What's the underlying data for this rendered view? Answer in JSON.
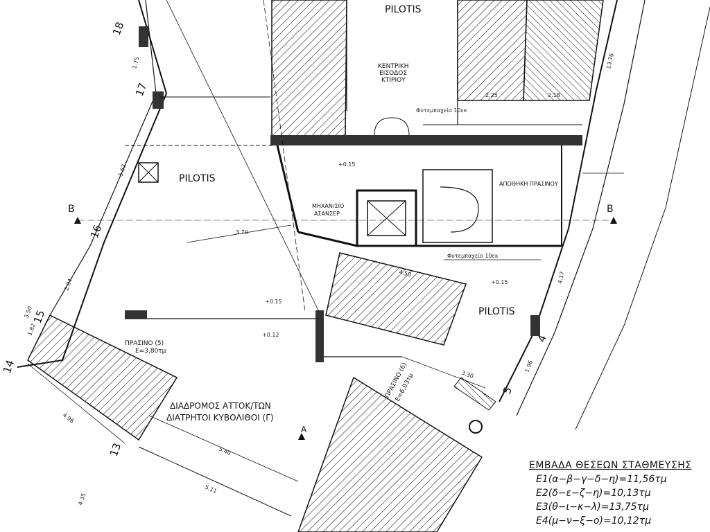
{
  "labels": {
    "pilotis_top": "PILOTIS",
    "pilotis_left": "PILOTIS",
    "pilotis_right": "PILOTIS",
    "central_entrance": [
      "ΚΕΝΤΡΙΚΗ",
      "ΕΙΣΟΔΟΣ",
      "ΚΤΙΡΙΟΥ"
    ],
    "elevator_room": [
      "ΜΗΧΑΝ/ΣΙΟ",
      "ΑΣΑΝΣΕΡ"
    ],
    "storage": "ΑΠΟΘΗΚΗ ΠΡΑΣΙΝΟΥ",
    "corridor": [
      "ΔΙΑΔΡΟΜΟΣ ΑΤΤΟΚ/ΤΩΝ",
      "ΔΙΑΤΡΗΤΟΙ ΚΥΒΟΛΙΘΟΙ (Γ)"
    ],
    "green_left": [
      "ΠΡΑΣΙΝΟ (5)",
      "Ε=3,80τμ"
    ],
    "green_right": [
      "ΠΡΑΣΙΝΟ (6)",
      "Ε=6,03τμ"
    ],
    "section_left": "B",
    "section_right": "B",
    "section_a": "A",
    "slab_upper": "Φυτεμπαχείο 10εκ",
    "slab_right": "Φυτεμπαχείο 10εκ",
    "level_1": "+0.15",
    "level_2": "+0.15",
    "level_3": "+0.12",
    "level_4": "+0.15"
  },
  "dimensions": [
    "13.76",
    "5.63",
    "3.70",
    "4.96",
    "4.35",
    "5.40",
    "5.11",
    "2.25",
    "2.18",
    "4.50",
    "4.17",
    "3.30",
    "1.96",
    "3.50",
    "1.82",
    "2.04",
    "1.75"
  ],
  "markers": [
    "18",
    "16",
    "15",
    "14",
    "13",
    "5",
    "4",
    "17"
  ],
  "area_table": {
    "title": "ΕΜΒΑΔΑ ΘΕΣΕΩΝ ΣΤΑΘΜΕΥΣΗΣ",
    "rows": [
      "E1(α−β−γ−δ−η)=11,56τμ",
      "E2(δ−ε−ζ−η)=10,13τμ",
      "E3(θ−ι−κ−λ)=13,75τμ",
      "E4(μ−ν−ξ−ο)=10,12τμ"
    ]
  }
}
